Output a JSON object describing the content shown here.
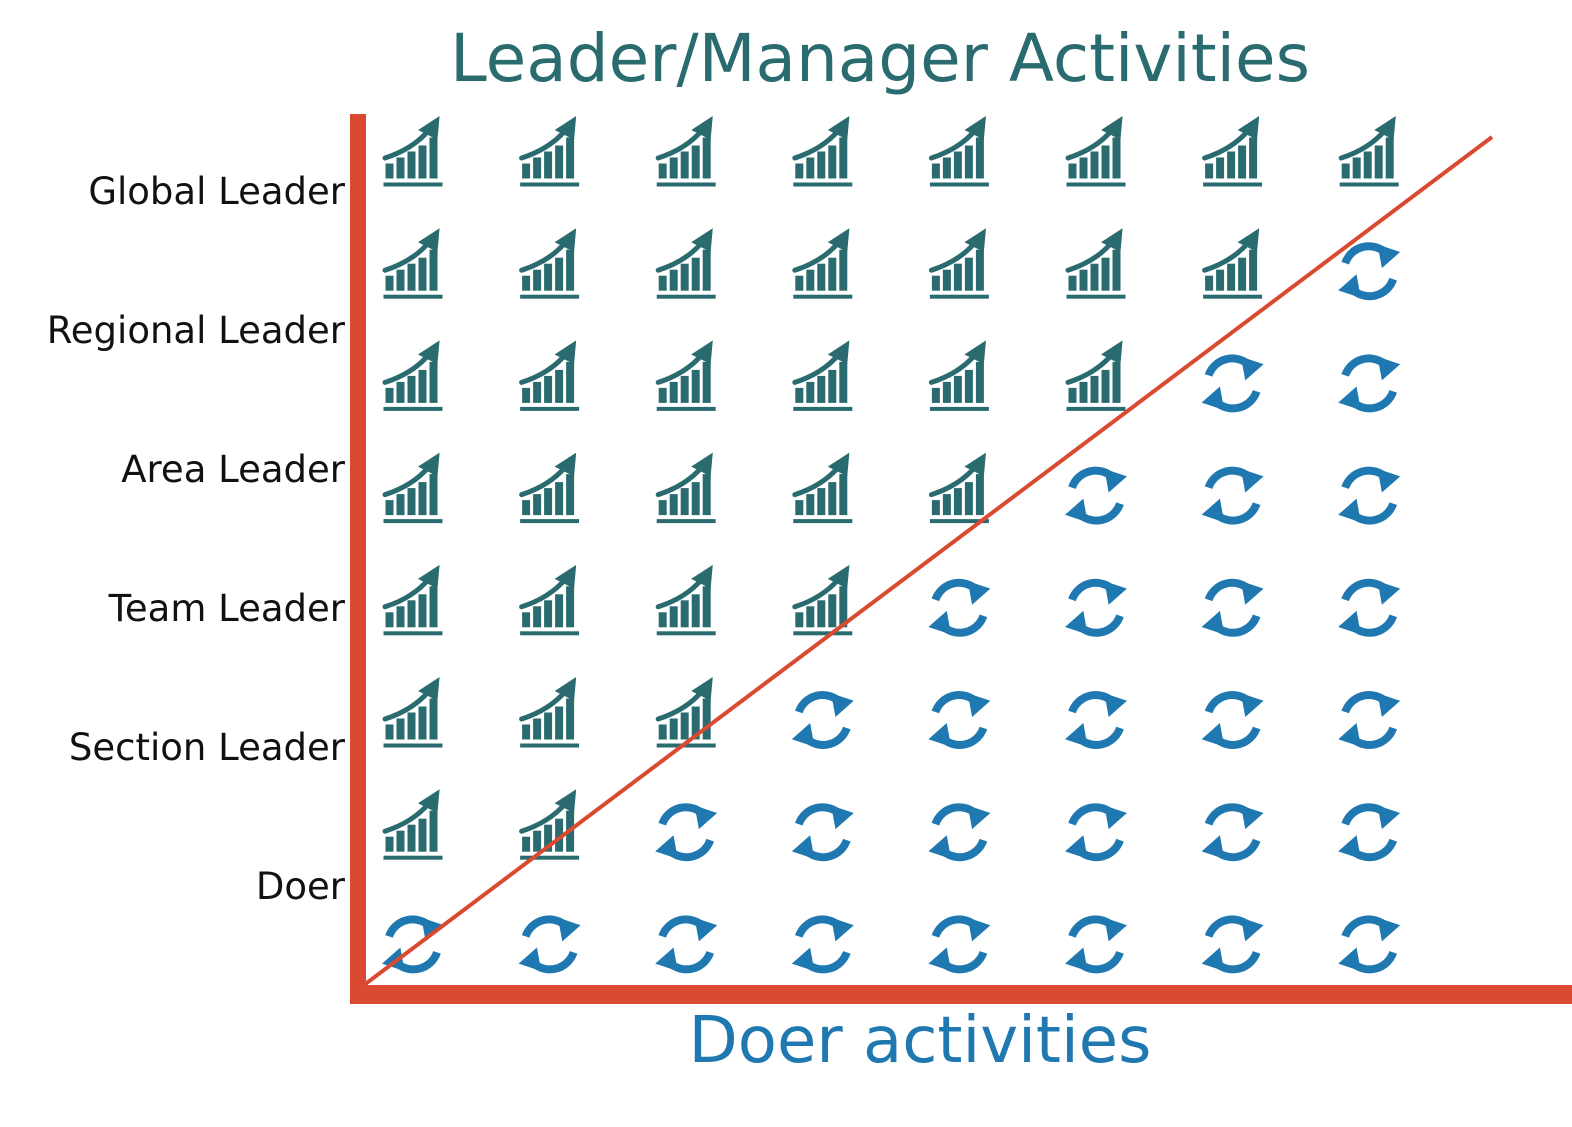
{
  "title": "Leader/Manager Activities",
  "x_axis_label": "Doer activities",
  "levels": [
    "Global Leader",
    "Regional Leader",
    "Area Leader",
    "Team Leader",
    "Section Leader",
    "Doer"
  ],
  "icon_legend": {
    "leader": "growth-chart-icon",
    "doer": "cycle-arrows-icon"
  },
  "grid": {
    "columns": 8,
    "rows": 8,
    "leader_icons_per_row_top_to_bottom": [
      8,
      7,
      6,
      5,
      4,
      3,
      2,
      0
    ]
  },
  "colors": {
    "title": "#2a6b70",
    "leader_icon": "#2a6b70",
    "doer_icon": "#1f78b0",
    "x_label": "#1f78b0",
    "axes": "#d94a30",
    "diagonal": "#d94a30",
    "level_text": "#111111"
  }
}
